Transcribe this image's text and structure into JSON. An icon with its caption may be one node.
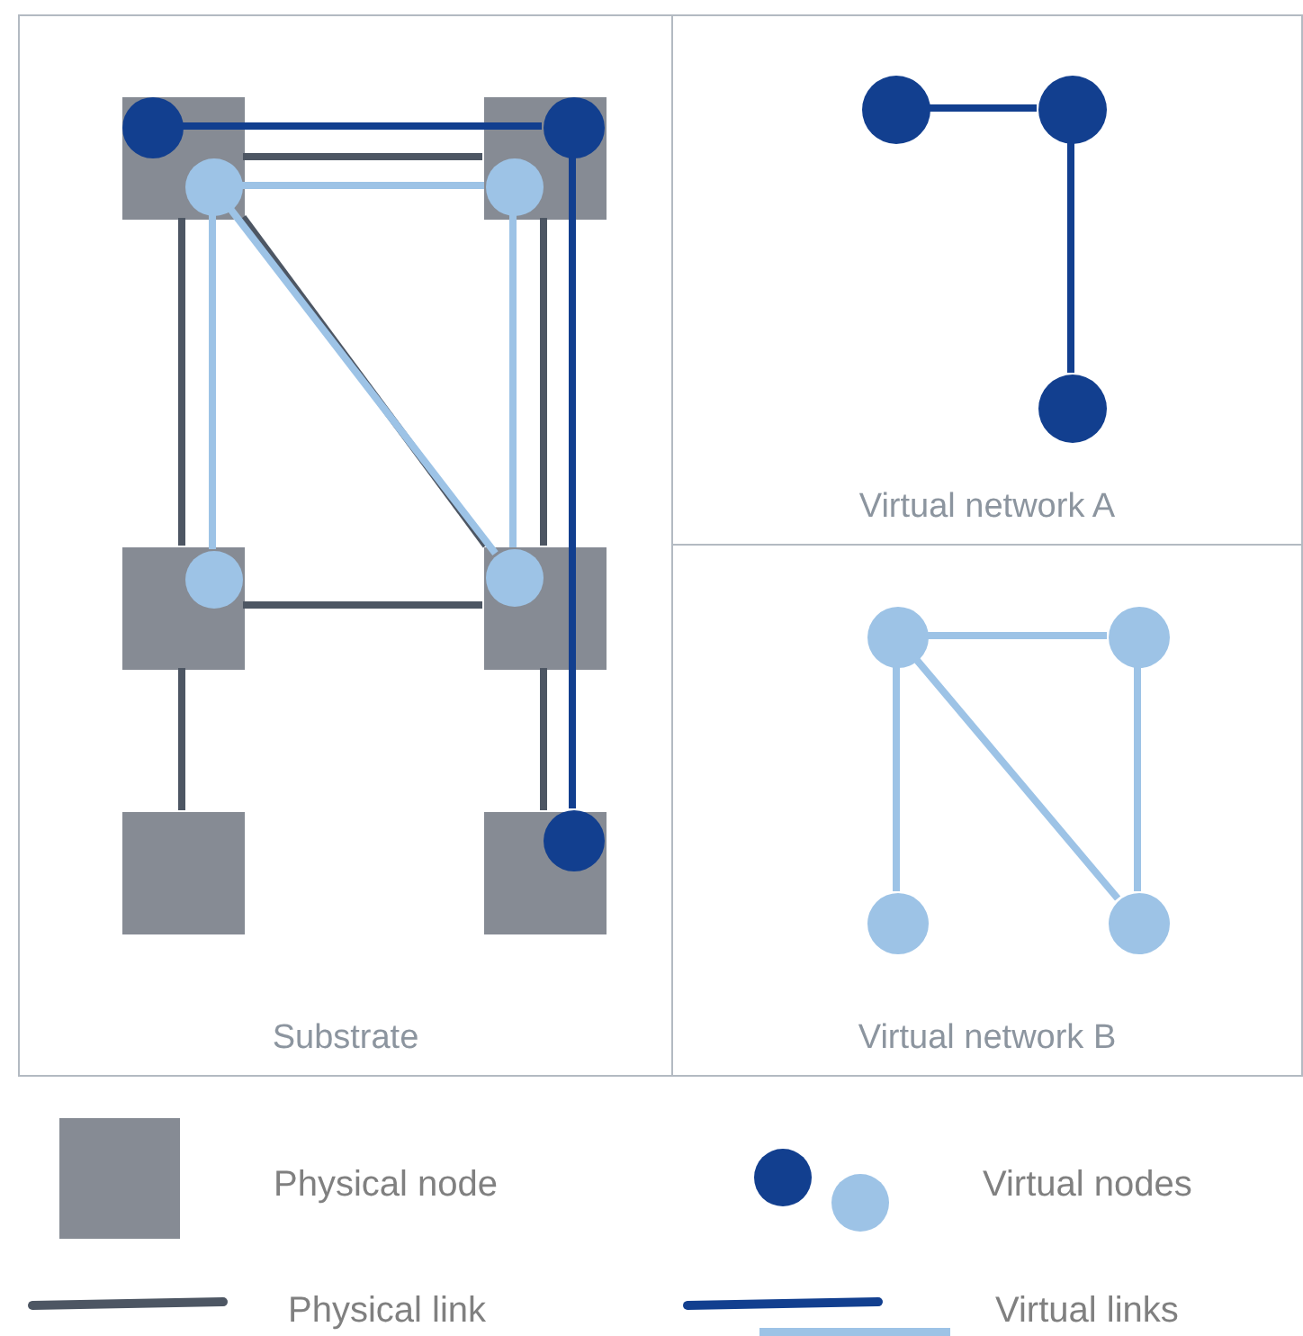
{
  "diagram": {
    "nodes": [
      {
        "text": [
          "Substrate"
        ]
      },
      {
        "text": [],
        "shape": "box",
        "in": 0
      },
      {
        "text": [],
        "shape": "box",
        "in": 0
      },
      {
        "text": [],
        "shape": "box",
        "in": 0
      },
      {
        "text": [],
        "shape": "box",
        "in": 0
      },
      {
        "text": [],
        "shape": "box",
        "in": 0
      },
      {
        "text": [],
        "shape": "box",
        "in": 0
      },
      {
        "text": [],
        "shape": "circle",
        "in": 1
      },
      {
        "text": [],
        "shape": "circle",
        "in": 2
      },
      {
        "text": [],
        "shape": "circle",
        "in": 6
      },
      {
        "text": [],
        "shape": "circle",
        "in": 1
      },
      {
        "text": [],
        "shape": "circle",
        "in": 2
      },
      {
        "text": [],
        "shape": "circle",
        "in": 3
      },
      {
        "text": [],
        "shape": "circle",
        "in": 4
      },
      {
        "text": [
          "Virtual network A"
        ]
      },
      {
        "text": [],
        "shape": "circle",
        "in": 14
      },
      {
        "text": [],
        "shape": "circle",
        "in": 14
      },
      {
        "text": [],
        "shape": "circle",
        "in": 14
      },
      {
        "text": [
          "Virtual network B"
        ]
      },
      {
        "text": [],
        "shape": "circle",
        "in": 18
      },
      {
        "text": [],
        "shape": "circle",
        "in": 18
      },
      {
        "text": [],
        "shape": "circle",
        "in": 18
      },
      {
        "text": [],
        "shape": "circle",
        "in": 18
      }
    ],
    "edges": [
      {
        "from": 1,
        "to": 2,
        "arrow": "none",
        "color": "#4d5663"
      },
      {
        "from": 1,
        "to": 3,
        "arrow": "none",
        "color": "#4d5663"
      },
      {
        "from": 2,
        "to": 4,
        "arrow": "none",
        "color": "#4d5663"
      },
      {
        "from": 1,
        "to": 4,
        "arrow": "none",
        "color": "#4d5663"
      },
      {
        "from": 3,
        "to": 4,
        "arrow": "none",
        "color": "#4d5663"
      },
      {
        "from": 3,
        "to": 5,
        "arrow": "none",
        "color": "#4d5663"
      },
      {
        "from": 4,
        "to": 6,
        "arrow": "none",
        "color": "#4d5663"
      },
      {
        "from": 7,
        "to": 8,
        "arrow": "none",
        "color": "#123f8f"
      },
      {
        "from": 8,
        "to": 9,
        "arrow": "none",
        "color": "#123f8f"
      },
      {
        "from": 10,
        "to": 11,
        "arrow": "none",
        "color": "#9dc3e6"
      },
      {
        "from": 10,
        "to": 12,
        "arrow": "none",
        "color": "#9dc3e6"
      },
      {
        "from": 11,
        "to": 13,
        "arrow": "none",
        "color": "#9dc3e6"
      },
      {
        "from": 10,
        "to": 13,
        "arrow": "none",
        "color": "#9dc3e6"
      },
      {
        "from": 15,
        "to": 16,
        "arrow": "none",
        "color": "#123f8f"
      },
      {
        "from": 16,
        "to": 17,
        "arrow": "none",
        "color": "#123f8f"
      },
      {
        "from": 19,
        "to": 20,
        "arrow": "none",
        "color": "#9dc3e6"
      },
      {
        "from": 20,
        "to": 22,
        "arrow": "none",
        "color": "#9dc3e6"
      },
      {
        "from": 19,
        "to": 22,
        "arrow": "none",
        "color": "#9dc3e6"
      },
      {
        "from": 19,
        "to": 21,
        "arrow": "none",
        "color": "#9dc3e6"
      }
    ],
    "legend": [
      {
        "text": "Physical node",
        "color": "#868b94"
      },
      {
        "text": "Virtual nodes"
      },
      {
        "text": "Physical link"
      },
      {
        "text": "Virtual links"
      }
    ]
  }
}
